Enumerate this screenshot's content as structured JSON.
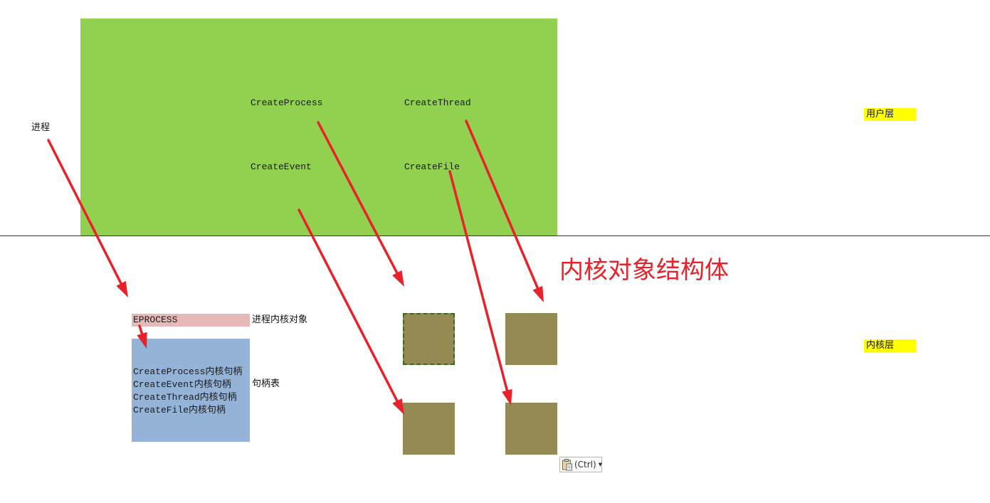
{
  "colors": {
    "user_area": "#92d050",
    "eprocess_fill": "#e6b9b8",
    "handle_table_fill": "#95b3d7",
    "kernel_object_fill": "#948a54",
    "layer_badge": "#ffff00",
    "arrow": "#e8212a",
    "struct_title": "#e8212a"
  },
  "labels": {
    "process": "进程",
    "user_layer": "用户层",
    "kernel_layer": "内核层",
    "kernel_object_struct": "内核对象结构体",
    "eprocess": "EPROCESS",
    "process_kernel_object": "进程内核对象",
    "handle_table": "句柄表"
  },
  "api_calls": {
    "create_process": "CreateProcess",
    "create_thread": "CreateThread",
    "create_event": "CreateEvent",
    "create_file": "CreateFile"
  },
  "handle_table_entries": [
    "CreateProcess内核句柄",
    "CreateEvent内核句柄",
    "CreateThread内核句柄",
    "CreateFile内核句柄"
  ],
  "paste_button": {
    "label": "(Ctrl)",
    "icon": "clipboard-icon",
    "caret_icon": "chevron-down-icon"
  }
}
